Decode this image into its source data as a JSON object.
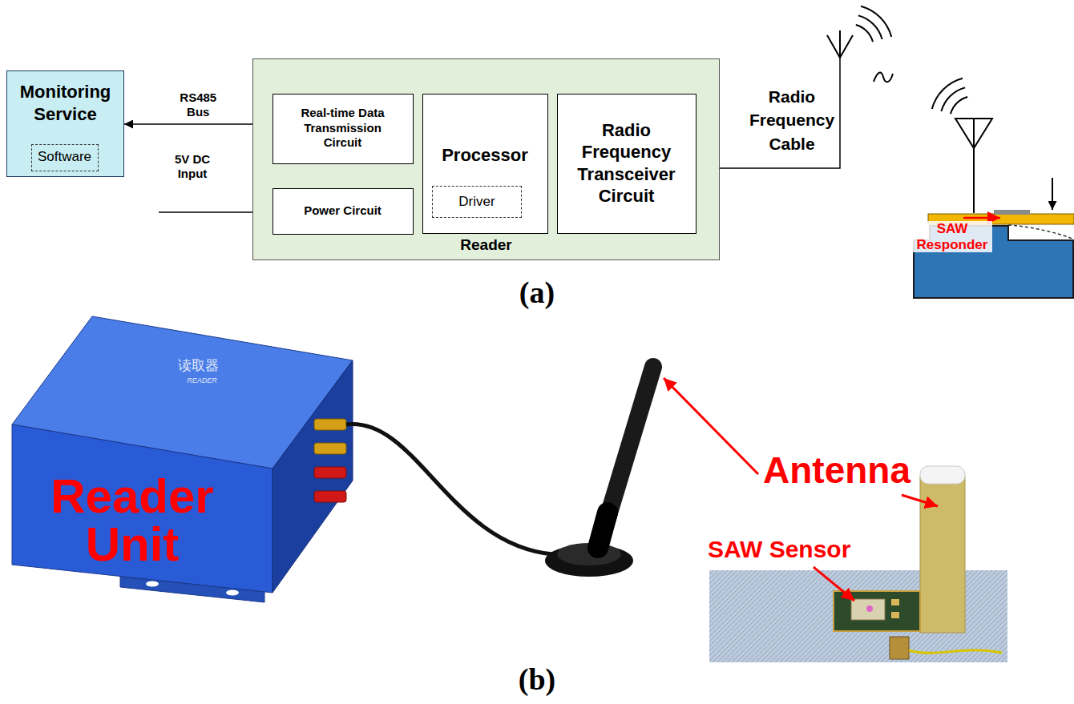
{
  "diagram": {
    "nodes": [
      {
        "text": [
          "Monitoring Service"
        ]
      },
      {
        "text": [
          "Software"
        ],
        "in": 0
      },
      {
        "text": [
          "Reader"
        ]
      },
      {
        "text": [
          "Real-time Data Transmission Circuit"
        ],
        "in": 2
      },
      {
        "text": [
          "Power Circuit"
        ],
        "in": 2
      },
      {
        "text": [
          "Processor"
        ],
        "in": 2
      },
      {
        "text": [
          "Driver"
        ],
        "in": 5
      },
      {
        "text": [
          "Radio Frequency Transceiver Circuit"
        ],
        "in": 2
      }
    ],
    "edges": [
      {
        "from": 0,
        "to": 3,
        "arrow": "both",
        "label": "RS485 Bus"
      }
    ],
    "labels": [
      "5V DC Input",
      "Radio Frequency Cable",
      "SAW Responder",
      "(a)",
      "读取器",
      "READER",
      "Reader Unit",
      "Antenna",
      "SAW Sensor",
      "(b)"
    ]
  }
}
